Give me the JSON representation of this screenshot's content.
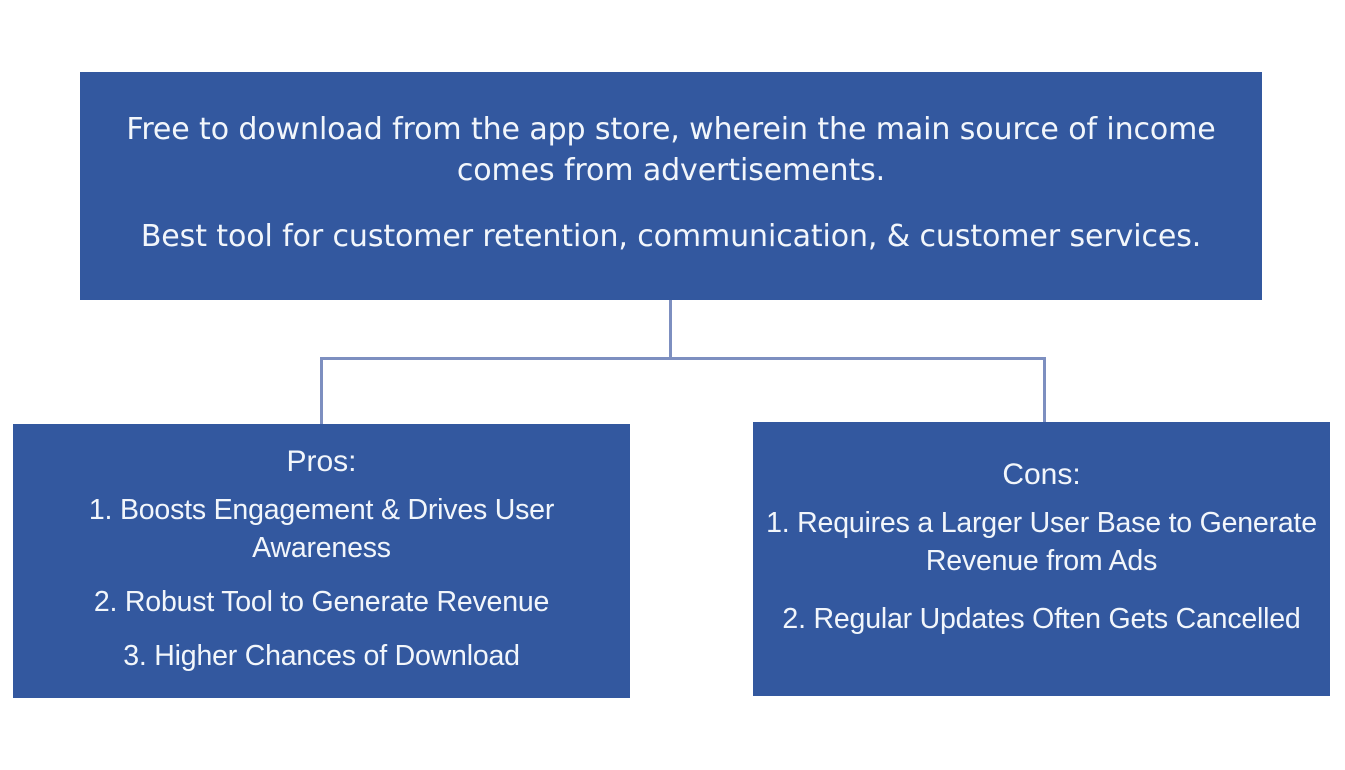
{
  "colors": {
    "node_fill": "#33589F",
    "node_text": "#F2F6FB",
    "connector": "#7D8FC0",
    "background": "#FFFFFF"
  },
  "root": {
    "paragraph_1": "Free to download from the app store, wherein the main source of income comes from advertisements.",
    "paragraph_2": "Best tool for customer retention, communication, & customer services."
  },
  "pros": {
    "heading": "Pros:",
    "items": [
      "1. Boosts Engagement & Drives User Awareness",
      "2. Robust Tool to Generate Revenue",
      "3. Higher Chances of Download"
    ]
  },
  "cons": {
    "heading": "Cons:",
    "items": [
      "1. Requires a Larger User Base to Generate Revenue from Ads",
      "2. Regular Updates Often Gets Cancelled"
    ]
  }
}
